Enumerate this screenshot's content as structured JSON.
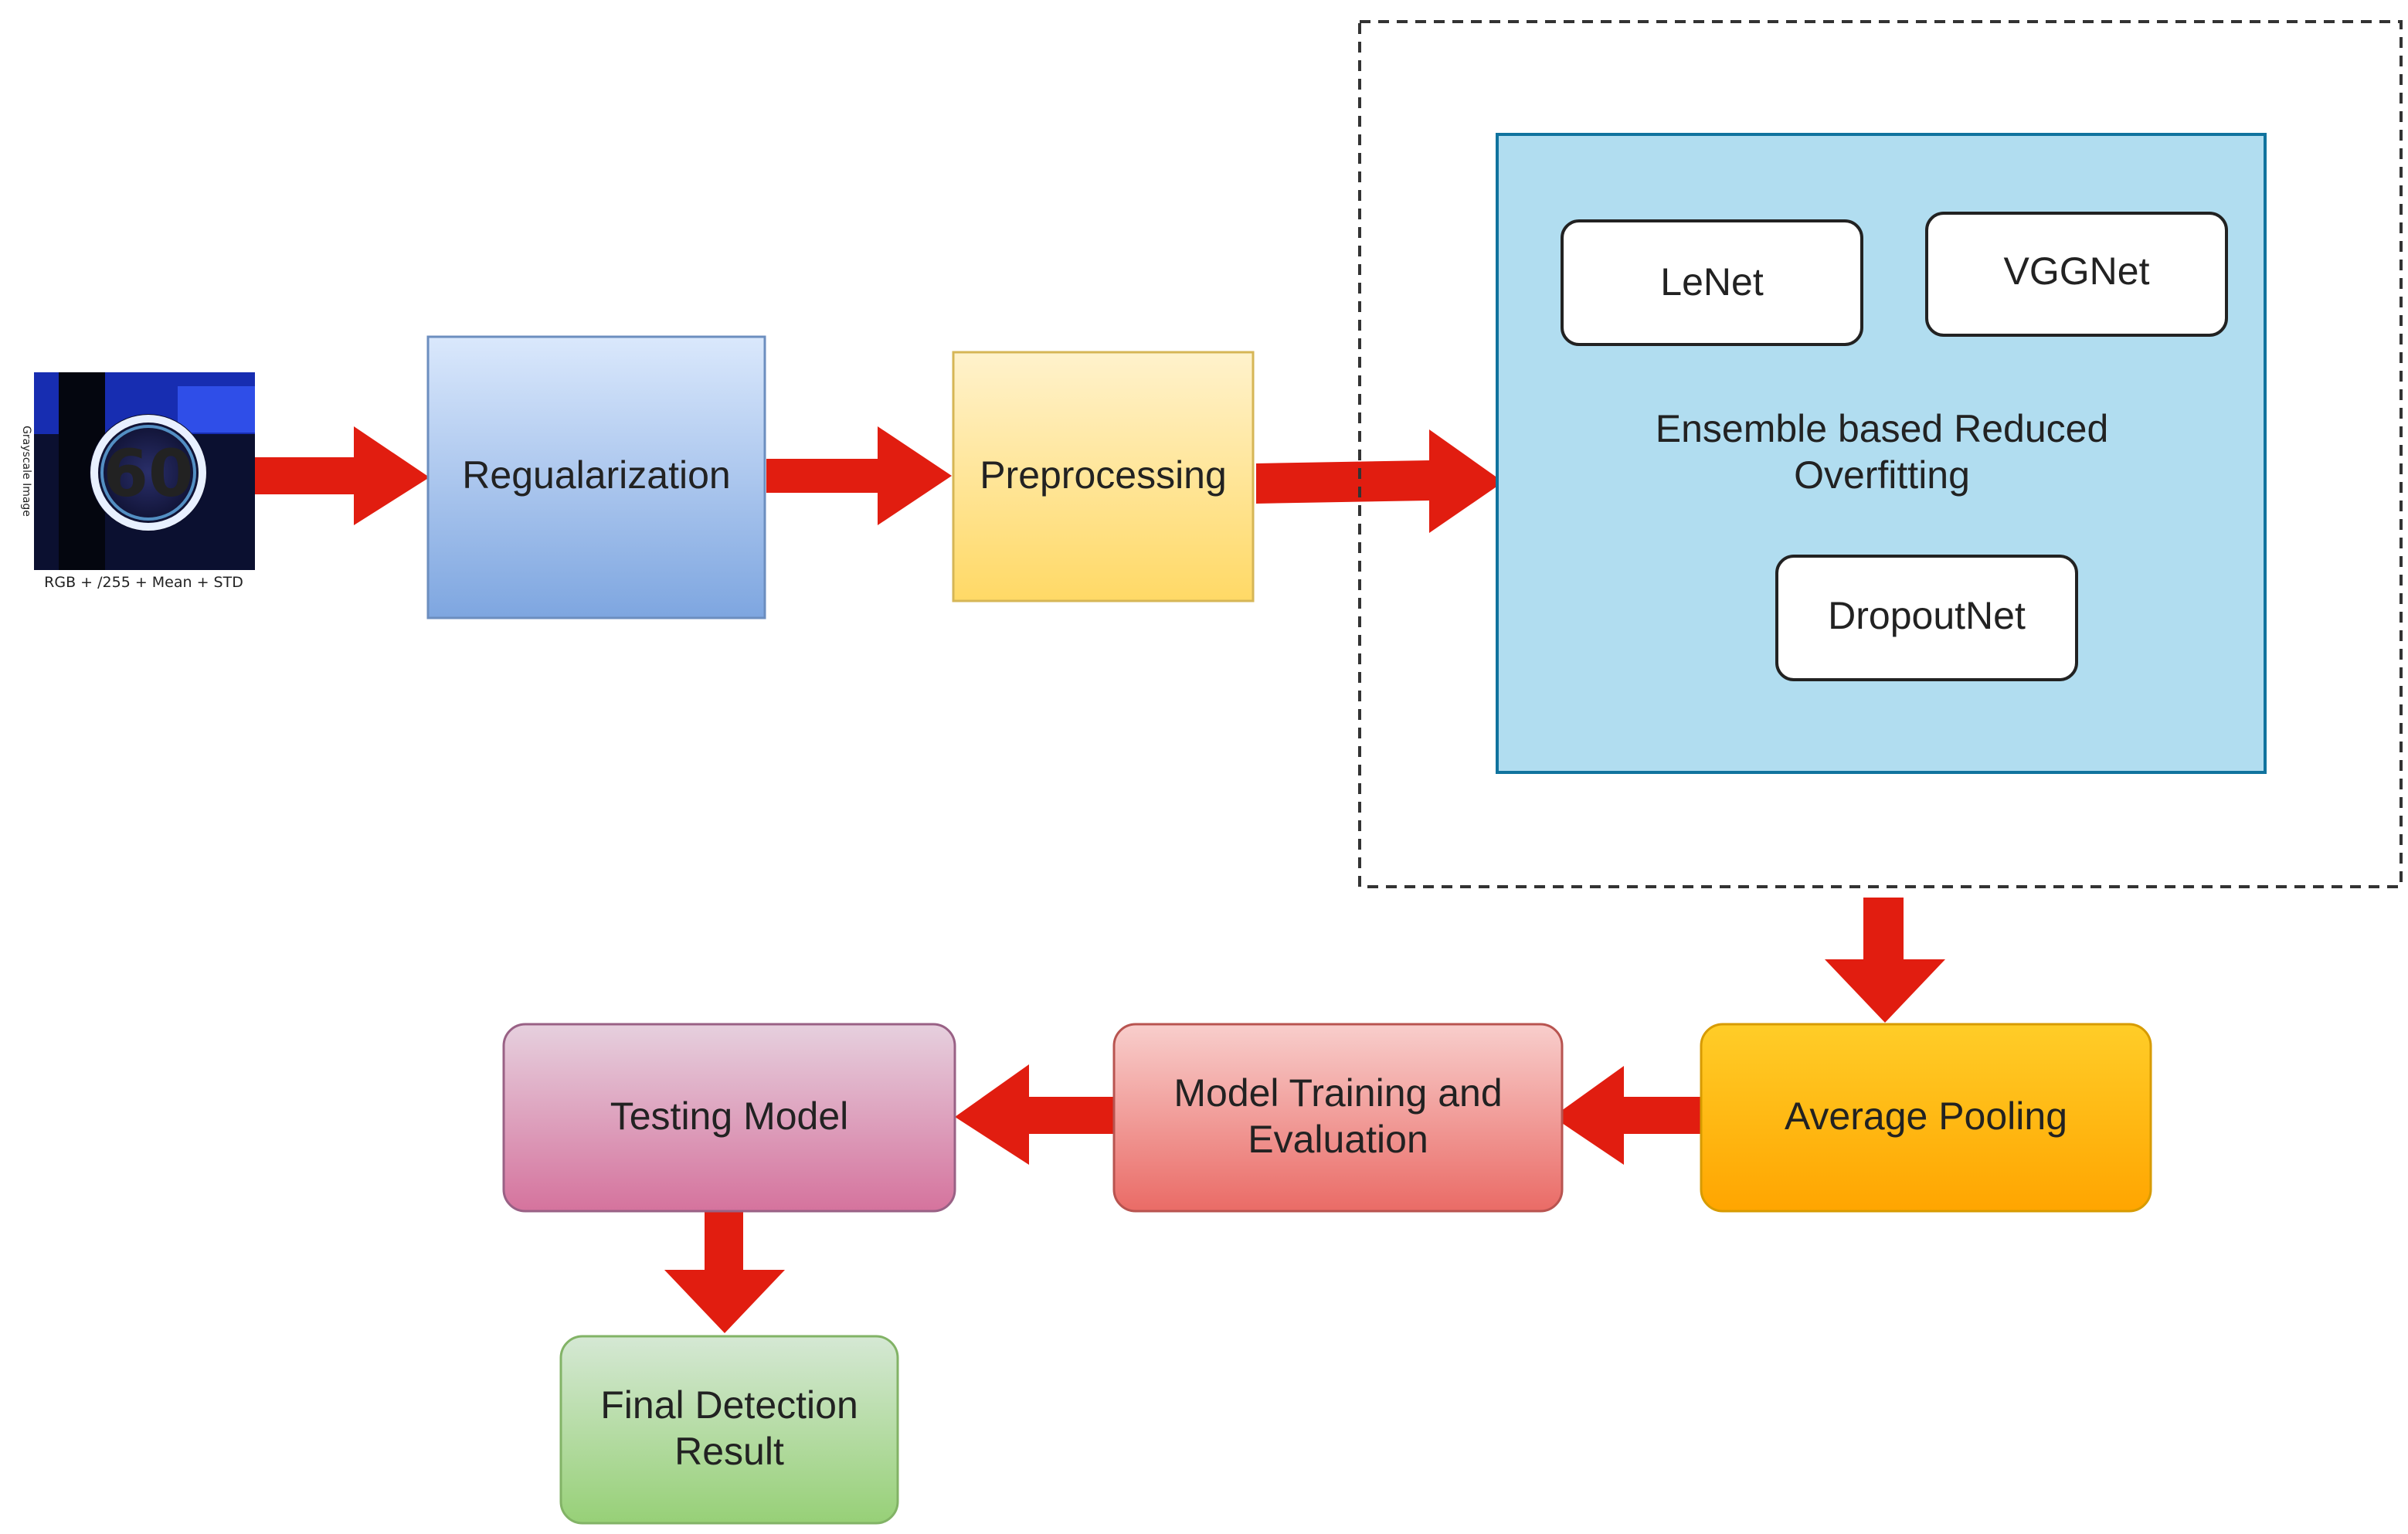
{
  "diagram": {
    "input_image": {
      "sign_text": "60",
      "side_caption": "Grayscale Image",
      "caption": "RGB + /255 + Mean + STD"
    },
    "nodes": {
      "regularization": {
        "label": "Regualarization"
      },
      "preprocessing": {
        "label": "Preprocessing"
      },
      "ensemble": {
        "label_line1": "Ensemble based Reduced",
        "label_line2": "Overfitting"
      },
      "lenet": {
        "label": "LeNet"
      },
      "vggnet": {
        "label": "VGGNet"
      },
      "dropoutnet": {
        "label": "DropoutNet"
      },
      "average_pooling": {
        "label": "Average Pooling"
      },
      "model_training": {
        "label_line1": "Model Training and",
        "label_line2": "Evaluation"
      },
      "testing_model": {
        "label": "Testing Model"
      },
      "final_result": {
        "label_line1": "Final Detection",
        "label_line2": "Result"
      }
    },
    "edges": [
      {
        "from": "input_image",
        "to": "regularization"
      },
      {
        "from": "regularization",
        "to": "preprocessing"
      },
      {
        "from": "preprocessing",
        "to": "ensemble"
      },
      {
        "from": "ensemble_group",
        "to": "average_pooling"
      },
      {
        "from": "average_pooling",
        "to": "model_training"
      },
      {
        "from": "model_training",
        "to": "testing_model"
      },
      {
        "from": "testing_model",
        "to": "final_result"
      }
    ],
    "colors": {
      "arrow": "#e11d10",
      "regularization_top": "#dae8fc",
      "regularization_bottom": "#7ea6e0",
      "preprocessing_top": "#fff2cc",
      "preprocessing_bottom": "#ffd966",
      "ensemble_fill": "#b1ddf0",
      "ensemble_border": "#10739e",
      "pooling_top": "#ffcd28",
      "pooling_bottom": "#ffa500",
      "training_top": "#f8cecc",
      "training_bottom": "#ea6b66",
      "testing_top": "#e6d0de",
      "testing_bottom": "#d5739d",
      "result_top": "#d5e8d4",
      "result_bottom": "#97d077"
    }
  }
}
